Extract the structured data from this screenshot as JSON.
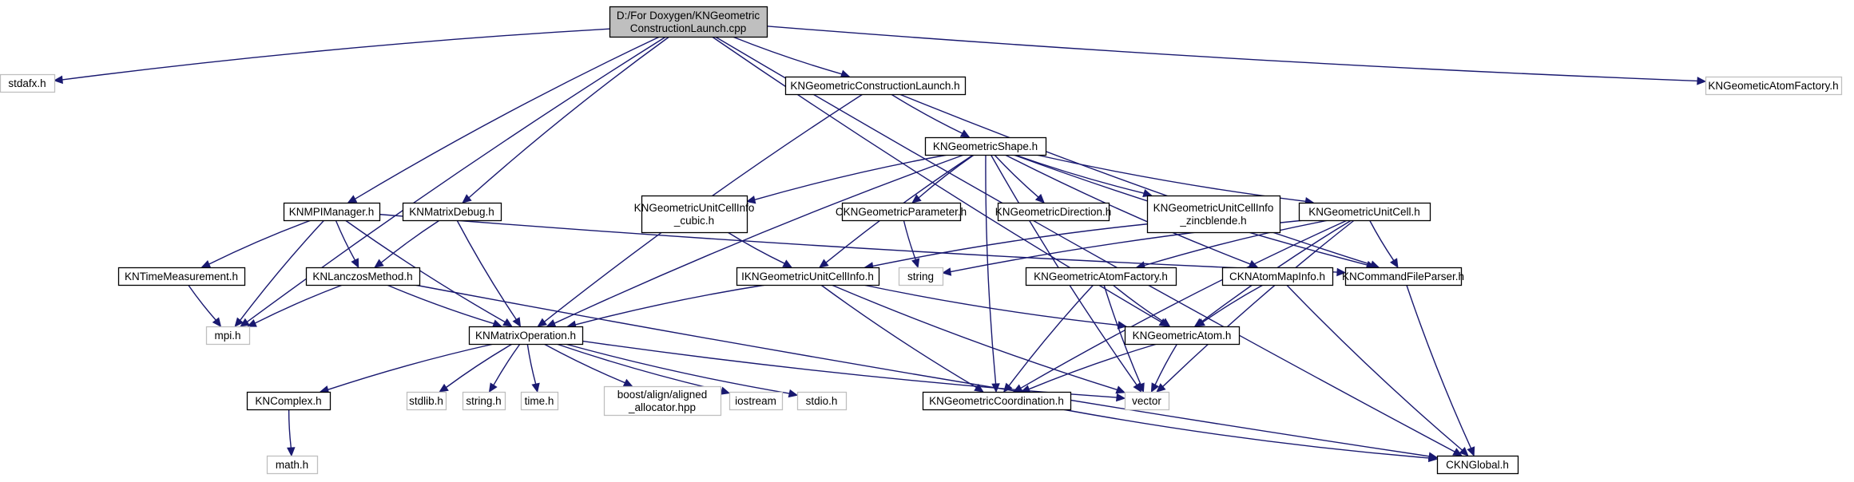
{
  "title": "Include dependency graph for KNGeometricConstructionLaunch.cpp",
  "colors": {
    "edge": "#191970",
    "root_fill": "#bfbfbf",
    "root_border": "#000000",
    "documented_border": "#000000",
    "external_border": "#bfbfbf",
    "node_fill": "#ffffff"
  },
  "nodes": [
    {
      "id": "root",
      "lines": [
        "D:/For Doxygen/KNGeometric",
        "ConstructionLaunch.cpp"
      ],
      "kind": "root"
    },
    {
      "id": "stdafx",
      "lines": [
        "stdafx.h"
      ],
      "kind": "external"
    },
    {
      "id": "launch_h",
      "lines": [
        "KNGeometricConstructionLaunch.h"
      ],
      "kind": "doc"
    },
    {
      "id": "atomfactory_ext",
      "lines": [
        "KNGeometicAtomFactory.h"
      ],
      "kind": "external"
    },
    {
      "id": "shape",
      "lines": [
        "KNGeometricShape.h"
      ],
      "kind": "doc"
    },
    {
      "id": "mpimanager",
      "lines": [
        "KNMPIManager.h"
      ],
      "kind": "doc"
    },
    {
      "id": "matrixdebug",
      "lines": [
        "KNMatrixDebug.h"
      ],
      "kind": "doc"
    },
    {
      "id": "cubic",
      "lines": [
        "KNGeometricUnitCellInfo",
        "_cubic.h"
      ],
      "kind": "doc"
    },
    {
      "id": "param",
      "lines": [
        "CKNGeometricParameter.h"
      ],
      "kind": "doc"
    },
    {
      "id": "direction",
      "lines": [
        "KNGeometricDirection.h"
      ],
      "kind": "doc"
    },
    {
      "id": "zincblende",
      "lines": [
        "KNGeometricUnitCellInfo",
        "_zincblende.h"
      ],
      "kind": "doc"
    },
    {
      "id": "unitcell",
      "lines": [
        "KNGeometricUnitCell.h"
      ],
      "kind": "doc"
    },
    {
      "id": "timemeas",
      "lines": [
        "KNTimeMeasurement.h"
      ],
      "kind": "doc"
    },
    {
      "id": "lanczos",
      "lines": [
        "KNLanczosMethod.h"
      ],
      "kind": "doc"
    },
    {
      "id": "iunitcellinfo",
      "lines": [
        "IKNGeometricUnitCellInfo.h"
      ],
      "kind": "doc"
    },
    {
      "id": "string",
      "lines": [
        "string"
      ],
      "kind": "external"
    },
    {
      "id": "atomfactory",
      "lines": [
        "KNGeometricAtomFactory.h"
      ],
      "kind": "doc"
    },
    {
      "id": "atommap",
      "lines": [
        "CKNAtomMapInfo.h"
      ],
      "kind": "doc"
    },
    {
      "id": "cmdparser",
      "lines": [
        "KNCommandFileParser.h"
      ],
      "kind": "doc"
    },
    {
      "id": "mpi",
      "lines": [
        "mpi.h"
      ],
      "kind": "external"
    },
    {
      "id": "matrixop",
      "lines": [
        "KNMatrixOperation.h"
      ],
      "kind": "doc"
    },
    {
      "id": "atom",
      "lines": [
        "KNGeometricAtom.h"
      ],
      "kind": "doc"
    },
    {
      "id": "complex",
      "lines": [
        "KNComplex.h"
      ],
      "kind": "doc"
    },
    {
      "id": "stdlib",
      "lines": [
        "stdlib.h"
      ],
      "kind": "external"
    },
    {
      "id": "stringh",
      "lines": [
        "string.h"
      ],
      "kind": "external"
    },
    {
      "id": "timeh",
      "lines": [
        "time.h"
      ],
      "kind": "external"
    },
    {
      "id": "boost",
      "lines": [
        "boost/align/aligned",
        "_allocator.hpp"
      ],
      "kind": "external"
    },
    {
      "id": "iostream",
      "lines": [
        "iostream"
      ],
      "kind": "external"
    },
    {
      "id": "stdio",
      "lines": [
        "stdio.h"
      ],
      "kind": "external"
    },
    {
      "id": "coordination",
      "lines": [
        "KNGeometricCoordination.h"
      ],
      "kind": "doc"
    },
    {
      "id": "vector",
      "lines": [
        "vector"
      ],
      "kind": "external"
    },
    {
      "id": "mathh",
      "lines": [
        "math.h"
      ],
      "kind": "external"
    },
    {
      "id": "global",
      "lines": [
        "CKNGlobal.h"
      ],
      "kind": "doc"
    }
  ],
  "edges": [
    [
      "root",
      "stdafx"
    ],
    [
      "root",
      "mpi"
    ],
    [
      "root",
      "mpimanager"
    ],
    [
      "root",
      "matrixdebug"
    ],
    [
      "root",
      "launch_h"
    ],
    [
      "root",
      "atom"
    ],
    [
      "root",
      "global"
    ],
    [
      "root",
      "atomfactory_ext"
    ],
    [
      "launch_h",
      "shape"
    ],
    [
      "launch_h",
      "matrixop"
    ],
    [
      "launch_h",
      "cmdparser"
    ],
    [
      "shape",
      "cubic"
    ],
    [
      "shape",
      "param"
    ],
    [
      "shape",
      "direction"
    ],
    [
      "shape",
      "zincblende"
    ],
    [
      "shape",
      "unitcell"
    ],
    [
      "shape",
      "iunitcellinfo"
    ],
    [
      "shape",
      "matrixop"
    ],
    [
      "shape",
      "coordination"
    ],
    [
      "shape",
      "vector"
    ],
    [
      "shape",
      "atommap"
    ],
    [
      "shape",
      "cmdparser"
    ],
    [
      "mpimanager",
      "timemeas"
    ],
    [
      "mpimanager",
      "lanczos"
    ],
    [
      "mpimanager",
      "mpi"
    ],
    [
      "mpimanager",
      "matrixop"
    ],
    [
      "mpimanager",
      "cmdparser"
    ],
    [
      "matrixdebug",
      "lanczos"
    ],
    [
      "matrixdebug",
      "matrixop"
    ],
    [
      "timemeas",
      "mpi"
    ],
    [
      "lanczos",
      "mpi"
    ],
    [
      "lanczos",
      "matrixop"
    ],
    [
      "lanczos",
      "global"
    ],
    [
      "cubic",
      "iunitcellinfo"
    ],
    [
      "zincblende",
      "iunitcellinfo"
    ],
    [
      "param",
      "string"
    ],
    [
      "unitcell",
      "string"
    ],
    [
      "unitcell",
      "atomfactory"
    ],
    [
      "unitcell",
      "atom"
    ],
    [
      "unitcell",
      "coordination"
    ],
    [
      "unitcell",
      "vector"
    ],
    [
      "unitcell",
      "cmdparser"
    ],
    [
      "iunitcellinfo",
      "matrixop"
    ],
    [
      "iunitcellinfo",
      "atom"
    ],
    [
      "iunitcellinfo",
      "coordination"
    ],
    [
      "iunitcellinfo",
      "vector"
    ],
    [
      "atomfactory",
      "atom"
    ],
    [
      "atomfactory",
      "coordination"
    ],
    [
      "atomfactory",
      "vector"
    ],
    [
      "atommap",
      "atom"
    ],
    [
      "atommap",
      "global"
    ],
    [
      "cmdparser",
      "global"
    ],
    [
      "matrixop",
      "complex"
    ],
    [
      "matrixop",
      "stdlib"
    ],
    [
      "matrixop",
      "stringh"
    ],
    [
      "matrixop",
      "timeh"
    ],
    [
      "matrixop",
      "boost"
    ],
    [
      "matrixop",
      "iostream"
    ],
    [
      "matrixop",
      "stdio"
    ],
    [
      "matrixop",
      "vector"
    ],
    [
      "atom",
      "coordination"
    ],
    [
      "atom",
      "vector"
    ],
    [
      "coordination",
      "global"
    ],
    [
      "complex",
      "mathh"
    ]
  ]
}
